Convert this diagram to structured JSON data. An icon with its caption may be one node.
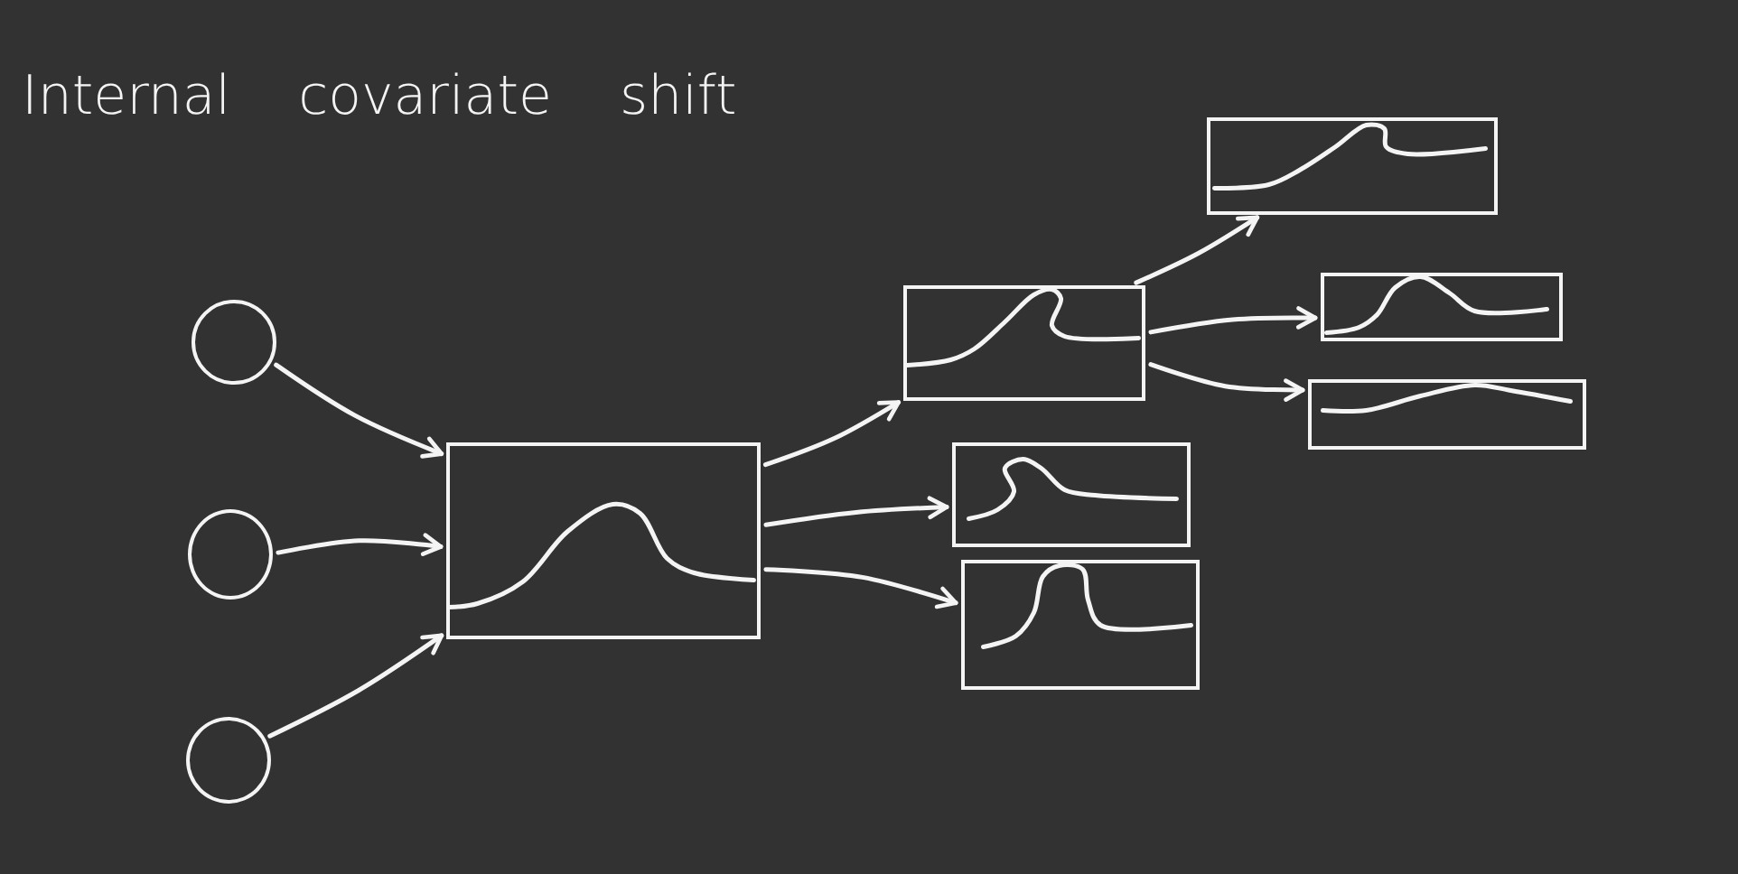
{
  "diagram": {
    "title": "Internal covariate shift",
    "nodes": [
      {
        "text": [],
        "shape": "circle"
      },
      {
        "text": [],
        "shape": "circle"
      },
      {
        "text": [],
        "shape": "circle"
      },
      {
        "text": [],
        "shape": "box"
      },
      {
        "text": [],
        "shape": "box"
      },
      {
        "text": [],
        "shape": "box"
      },
      {
        "text": [],
        "shape": "box"
      },
      {
        "text": [],
        "shape": "box"
      },
      {
        "text": [],
        "shape": "box"
      },
      {
        "text": [],
        "shape": "box"
      }
    ],
    "edges": [
      {
        "from": 0,
        "to": 3,
        "arrow": "to"
      },
      {
        "from": 1,
        "to": 3,
        "arrow": "to"
      },
      {
        "from": 2,
        "to": 3,
        "arrow": "to"
      },
      {
        "from": 3,
        "to": 4,
        "arrow": "to"
      },
      {
        "from": 3,
        "to": 5,
        "arrow": "to"
      },
      {
        "from": 3,
        "to": 6,
        "arrow": "to"
      },
      {
        "from": 4,
        "to": 7,
        "arrow": "to"
      },
      {
        "from": 4,
        "to": 8,
        "arrow": "to"
      },
      {
        "from": 4,
        "to": 9,
        "arrow": "to"
      }
    ]
  }
}
